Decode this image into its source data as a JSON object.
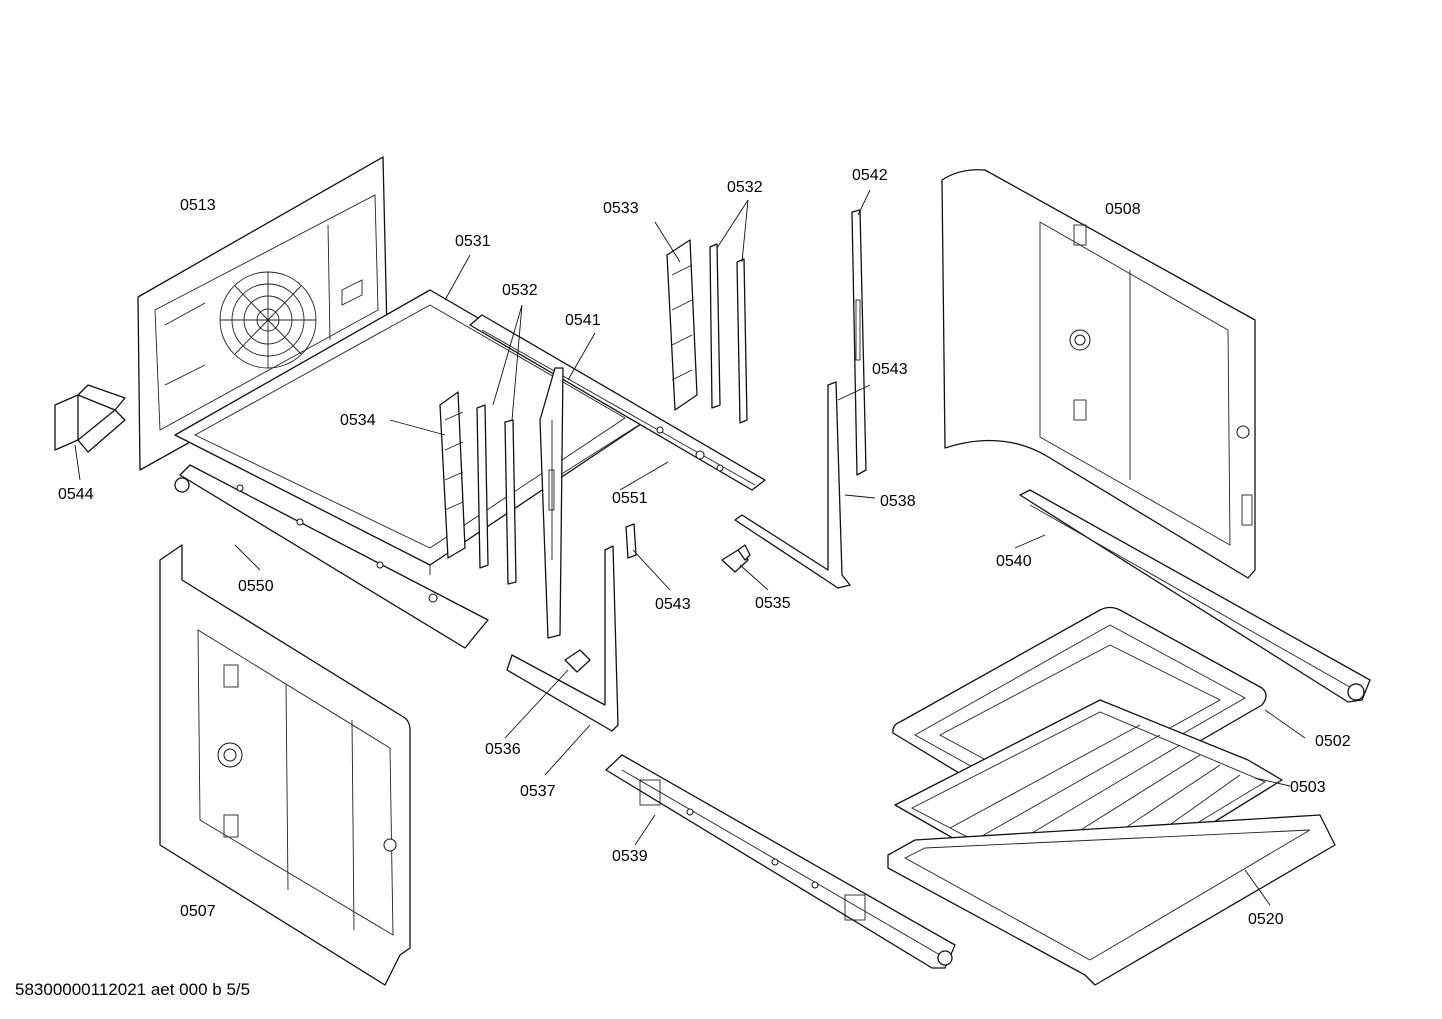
{
  "footer": {
    "document_id": "58300000112021 aet 000 b 5/5"
  },
  "labels": {
    "l0513": "0513",
    "l0531": "0531",
    "l0532a": "0532",
    "l0532b": "0532",
    "l0533": "0533",
    "l0534": "0534",
    "l0541": "0541",
    "l0542": "0542",
    "l0543a": "0543",
    "l0543b": "0543",
    "l0508": "0508",
    "l0544": "0544",
    "l0550": "0550",
    "l0551": "0551",
    "l0538": "0538",
    "l0535": "0535",
    "l0540": "0540",
    "l0536": "0536",
    "l0537": "0537",
    "l0502": "0502",
    "l0503": "0503",
    "l0539": "0539",
    "l0507": "0507",
    "l0520": "0520"
  }
}
